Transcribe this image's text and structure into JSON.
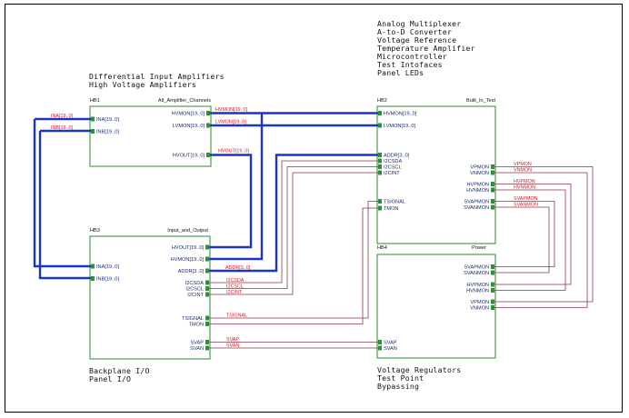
{
  "notes": {
    "top_left": [
      "Differential Input Amplifiers",
      "High Voltage Amplifiers"
    ],
    "top_right": [
      "Analog Multiplexer",
      "A-to-D Converter",
      "Voltage Reference",
      "Temperature Amplifier",
      "Microcontroller",
      "Test Intofaces",
      "Panel LEDs"
    ],
    "bottom_left": [
      "Backplane I/O",
      "Panel I/O"
    ],
    "bottom_right": [
      "Voltage Regulators",
      "Test Point",
      "Bypassing"
    ]
  },
  "blocks": {
    "hb1": {
      "ref": "HB1",
      "name": "Alt_Amplifier_Channels",
      "ports": [
        "INA[19..0]",
        "INB[19..0]",
        "HVMON[19..0]",
        "LVMON[19..0]",
        "HVOUT[19..0]"
      ]
    },
    "hb2": {
      "ref": "HB2",
      "name": "Built_In_Test",
      "ports": [
        "HVMON[19..0]",
        "LVMON[19..0]",
        "ADDR[3..0]",
        "I2CSDA",
        "I2CSCL",
        "I2CINT",
        "TSIGNAL",
        "TMON",
        "VPMON",
        "VNMON",
        "HVPMON",
        "HVNMON",
        "SVAPMON",
        "SVANMON"
      ]
    },
    "hb3": {
      "ref": "HB3",
      "name": "Input_and_Output",
      "ports": [
        "HVOUT[19..0]",
        "HVMON[19..0]",
        "ADDR[3..0]",
        "I2CSDA",
        "I2CSCL",
        "I2CINT",
        "TSIGNAL",
        "TMON",
        "SVAP",
        "SVAN",
        "INA[19..0]",
        "INB[19..0]"
      ]
    },
    "hb4": {
      "ref": "HB4",
      "name": "Power",
      "ports": [
        "SVAPMON",
        "SVANMON",
        "HVPMON",
        "HVNMON",
        "VPMON",
        "VNMON",
        "SVAP",
        "SVAN"
      ]
    }
  },
  "signals": {
    "ina": "INA[19..0]",
    "inb": "INB[19..0]",
    "hvmon": "HVMON[19..0]",
    "lvmon": "LVMON[19..0]",
    "hvout": "HVOUT[19..0]",
    "vpmon": "VPMON",
    "vnmon": "VNMON",
    "hvpmon": "HVPMON",
    "hvnmon": "HVNMON",
    "svapmon": "SVAPMON",
    "svanmon": "SVANMON",
    "addr": "ADDR[3..0]",
    "i2csda": "I2CSDA",
    "i2cscl": "I2CSCL",
    "i2cint": "I2CINT",
    "tsignal": "TSIGNAL",
    "svap": "SVAP",
    "svan": "SVAN"
  },
  "colors": {
    "bus": "#1a33c8",
    "wire": "#8a3a4c",
    "block_border": "#2f8a2f",
    "net_label": "#e0141e",
    "port_text": "#1c2a70"
  }
}
